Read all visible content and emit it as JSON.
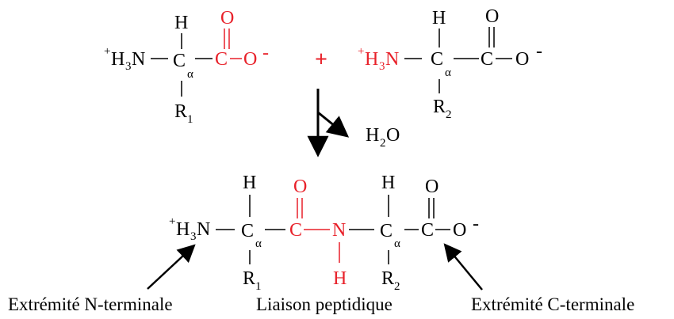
{
  "reactant1": {
    "nh3_plus": "+",
    "nh3_h": "H",
    "nh3_3": "3",
    "nh3_n": "N",
    "h_top": "H",
    "c_alpha": "C",
    "alpha": "α",
    "r_sym": "R",
    "r_sub": "1",
    "carbon": "C",
    "oxygen_dbl": "O",
    "oxygen": "O",
    "minus": "-"
  },
  "plus_sign": "+",
  "reactant2": {
    "nh3_plus": "+",
    "nh3_h": "H",
    "nh3_3": "3",
    "nh3_n": "N",
    "h_top": "H",
    "c_alpha": "C",
    "alpha": "α",
    "r_sym": "R",
    "r_sub": "2",
    "carbon": "C",
    "oxygen_dbl": "O",
    "oxygen": "O",
    "minus": "-"
  },
  "water": {
    "h": "H",
    "sub": "2",
    "o": "O"
  },
  "product": {
    "nh3_plus": "+",
    "nh3_h": "H",
    "nh3_3": "3",
    "nh3_n": "N",
    "h1_top": "H",
    "c_alpha1": "C",
    "alpha1": "α",
    "r1_sym": "R",
    "r1_sub": "1",
    "carbon_peptide": "C",
    "oxygen_peptide": "O",
    "nitrogen_peptide": "N",
    "h_amide": "H",
    "h2_top": "H",
    "c_alpha2": "C",
    "alpha2": "α",
    "r2_sym": "R",
    "r2_sub": "2",
    "carbon_end": "C",
    "oxygen_dbl_end": "O",
    "oxygen_end": "O",
    "minus": "-"
  },
  "labels": {
    "n_terminal": "Extrémité N-terminale",
    "peptide_bond": "Liaison peptidique",
    "c_terminal": "Extrémité C-terminale"
  },
  "colors": {
    "highlight": "#e8212a",
    "text": "#000000"
  }
}
